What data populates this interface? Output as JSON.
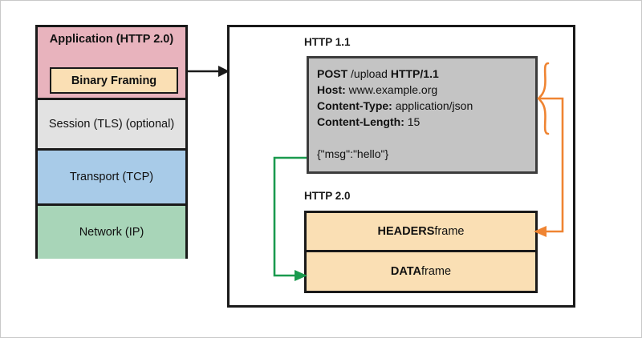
{
  "stack": {
    "layers": [
      {
        "label": "Application (HTTP 2.0)",
        "color": "#e8b3bd"
      },
      {
        "label": "Session (TLS) (optional)",
        "color": "#e2e2e2"
      },
      {
        "label": "Transport (TCP)",
        "color": "#a8cbe8"
      },
      {
        "label": "Network (IP)",
        "color": "#a8d5b8"
      }
    ],
    "inner_box": {
      "label": "Binary Framing",
      "color": "#fadfb4"
    }
  },
  "panel": {
    "http11": {
      "section_label": "HTTP 1.1",
      "box_color": "#c4c4c4",
      "request_line": {
        "method": "POST",
        "path": "/upload",
        "version": "HTTP/1.1"
      },
      "headers": [
        {
          "name": "Host:",
          "value": "www.example.org"
        },
        {
          "name": "Content-Type:",
          "value": "application/json"
        },
        {
          "name": "Content-Length:",
          "value": "15"
        }
      ],
      "body": "{\"msg\":\"hello\"}"
    },
    "http20": {
      "section_label": "HTTP 2.0",
      "box_color": "#fadfb4",
      "frames": [
        {
          "name": "HEADERS",
          "suffix": " frame"
        },
        {
          "name": "DATA",
          "suffix": " frame"
        }
      ]
    }
  },
  "connectors": {
    "stack_to_panel": {
      "name": "black-arrow",
      "color": "#1a1a1a"
    },
    "headers_to_frame": {
      "name": "orange-brace-arrow",
      "color": "#ef8432"
    },
    "body_to_frame": {
      "name": "green-arrow",
      "color": "#1a9a4e"
    }
  }
}
